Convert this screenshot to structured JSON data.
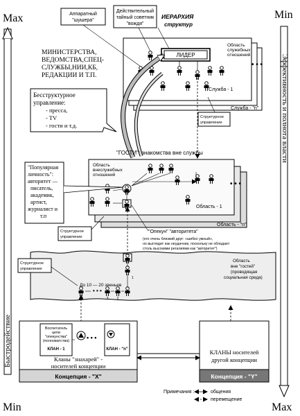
{
  "scale_left": {
    "top": "Max",
    "bottom": "Min",
    "axis_label": "Быстродействие"
  },
  "scale_right": {
    "top": "Min",
    "bottom": "Max",
    "axis_label": "Эффективность и полнота власти"
  },
  "callouts": {
    "apparatus": [
      "Аппаратный",
      "\"шушера\""
    ],
    "advisor": [
      "Действительный",
      "тайный советник",
      "\"вождя\""
    ],
    "hierarchy": [
      "ИЕРАРХИЯ",
      "структур"
    ],
    "ministries": [
      "МИНИСТЕРСТВА,",
      "ВЕДОМСТВА,СПЕЦ-",
      "СЛУЖБЫ,НИИ,КБ,",
      "РЕДАКЦИИ И Т.П."
    ],
    "unstructured": [
      "Бесструктурное",
      "управление:"
    ],
    "unstructured_items": [
      "- пресса,",
      "- TV",
      "- гости и   т.д."
    ],
    "popular": [
      "\"Популярная",
      "личность\":",
      "авторитет —",
      "писатель,",
      "академик,",
      "артист,",
      "журналист и",
      "т.п"
    ],
    "guardian": [
      "\"Опекун\" \"авторитета\"",
      "(его очень близкий друг: «шибко умный»,",
      "но выглядит как неудачник, поскольку не обладает",
      "столь высокими регалиями как \"авторитет\")"
    ]
  },
  "service_block": {
    "leader_label": "ЛИДЕР",
    "area_label": [
      "Область",
      "служебных",
      "отношений"
    ],
    "service_1": "Служба - 1",
    "service_n": "Служба - \"n\"",
    "structural": [
      "Структурное",
      "управление"
    ]
  },
  "guests_block": {
    "title": "\"ГОСТИ\": знакомства вне службы",
    "area_label": [
      "Область",
      "внеслужебных",
      "отношений"
    ],
    "area_1": "Область - 1",
    "area_n": "Область - \"n\"",
    "structural": [
      "Структурное",
      "управление"
    ]
  },
  "social_block": {
    "area_label": [
      "Область",
      "вне \"гостей\"",
      "(проводящая",
      "социальная среда)"
    ],
    "chain_label": "До 10 — 20 звеньев",
    "chain_numbers": [
      "10",
      "3",
      "2",
      "1"
    ],
    "structural": [
      "Структурное",
      "управление"
    ]
  },
  "clans": {
    "educator": [
      "Воспитатель",
      "цепи",
      "\"опекунства\"",
      "(полноватства)"
    ],
    "clan_1": "КЛАН - 1",
    "clan_n": "КЛАН - \"n\"",
    "sorcerers": [
      "Кланы \"знахарей\" -",
      "носителей концепции"
    ],
    "others": [
      "КЛАНЫ носителей",
      "другой концепции"
    ],
    "concept_x": "Концепция - \"X\"",
    "concept_y": "Концепция - \"Y\""
  },
  "legend": {
    "title": "Примечания :",
    "communication": "общения",
    "movement": "перемещение"
  }
}
